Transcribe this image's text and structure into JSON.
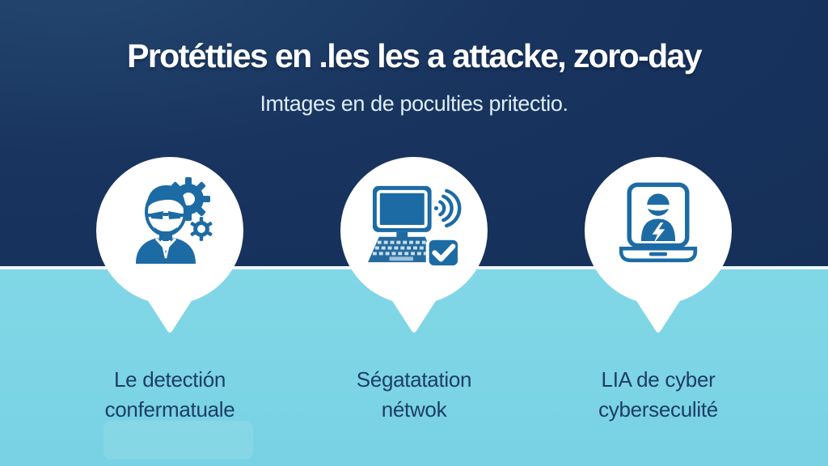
{
  "infographic": {
    "title": "Protétties en .les les a attacke, zoro-day",
    "subtitle": "Imtages en de poculties pritectio.",
    "features": [
      {
        "icon": "hacker-gears-icon",
        "caption_line1": "Le detectión",
        "caption_line2": "confermatuale"
      },
      {
        "icon": "laptop-wifi-check-icon",
        "caption_line1": "Ségatatation",
        "caption_line2": "nétwok"
      },
      {
        "icon": "laptop-person-bolt-icon",
        "caption_line1": "LIA de cyber",
        "caption_line2": "cyberseculité"
      }
    ],
    "colors": {
      "top_background": "#18345f",
      "bottom_background": "#7bd4e4",
      "divider": "#eef8fa",
      "bubble_fill": "#ffffff",
      "icon_blue": "#1d6ba4",
      "title_text": "#ffffff",
      "subtitle_text": "#ddeef7",
      "caption_text": "#1d3d66"
    }
  }
}
